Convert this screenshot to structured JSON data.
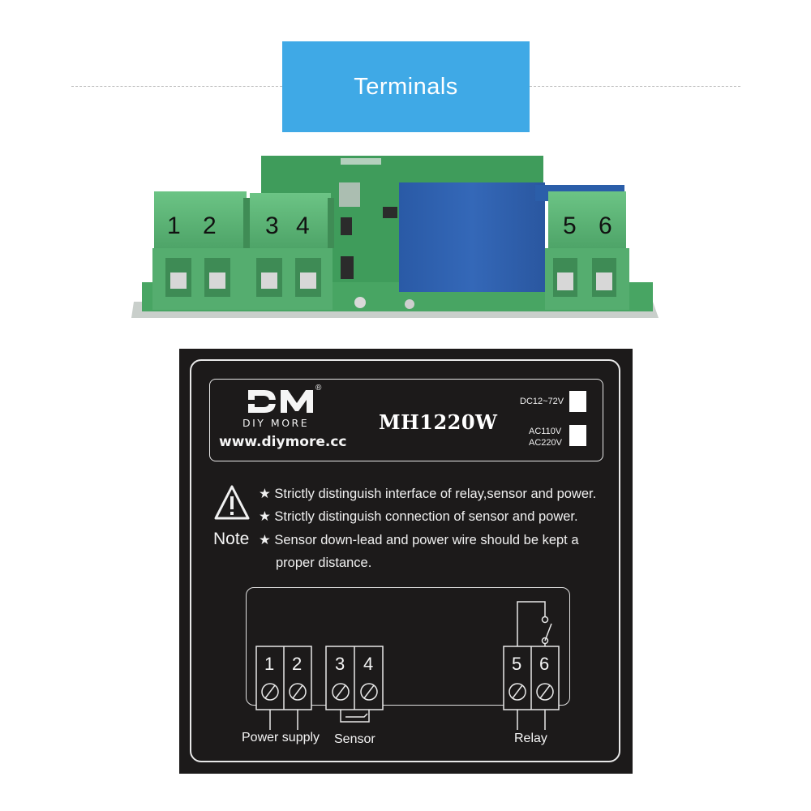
{
  "banner": {
    "title": "Terminals"
  },
  "photo": {
    "terminal_numbers": [
      "1",
      "2",
      "3",
      "4",
      "5",
      "6"
    ]
  },
  "panel": {
    "brand": {
      "logo_text": "DM",
      "sub_text": "DIY MORE",
      "url": "www.diymore.cc",
      "registered_mark": "®"
    },
    "model": "MH1220W",
    "voltage": {
      "dc": "DC12~72V",
      "ac_line1": "AC110V",
      "ac_line2": "AC220V"
    },
    "note": {
      "label": "Note",
      "lines": [
        "★ Strictly distinguish interface of relay,sensor and power.",
        "★ Strictly distinguish connection of sensor and power.",
        "★ Sensor down-lead and power wire should be kept a",
        "proper distance."
      ]
    },
    "terminals": {
      "numbers": [
        "1",
        "2",
        "3",
        "4",
        "5",
        "6"
      ],
      "labels": {
        "power": "Power supply",
        "sensor": "Sensor",
        "relay": "Relay"
      }
    }
  },
  "colors": {
    "banner": "#3fa9e6",
    "panel": "#1c1a1a",
    "terminal_green": "#5fb878",
    "relay_blue": "#2f63b0",
    "pcb_green": "#3d9a5a"
  }
}
